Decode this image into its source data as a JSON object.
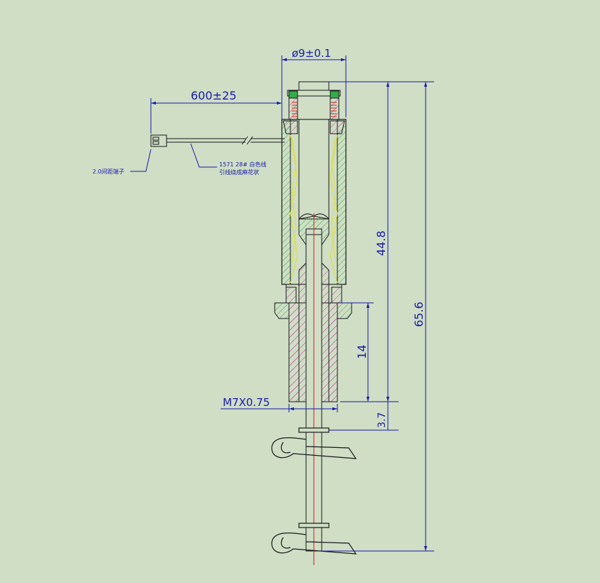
{
  "dimensions": {
    "diameter": "ø9±0.1",
    "lead_length": "600±25",
    "body_length": "44.8",
    "total_length": "65.6",
    "thread_length": "14",
    "thread_spec": "M7X0.75",
    "tip_offset": "3.7"
  },
  "notes": {
    "terminal": "2.0间距端子",
    "wire_spec": "1571  28#  白色线",
    "wire_twist": "引线绕成麻花状"
  },
  "colors": {
    "dimension": "#1a1aa8",
    "outline": "#1a1a1a",
    "hatch_green": "#2fae4a",
    "hatch_magenta": "#c040a8",
    "coil": "#e0e020",
    "centerline": "#d02020",
    "background": "#cfdec5"
  }
}
